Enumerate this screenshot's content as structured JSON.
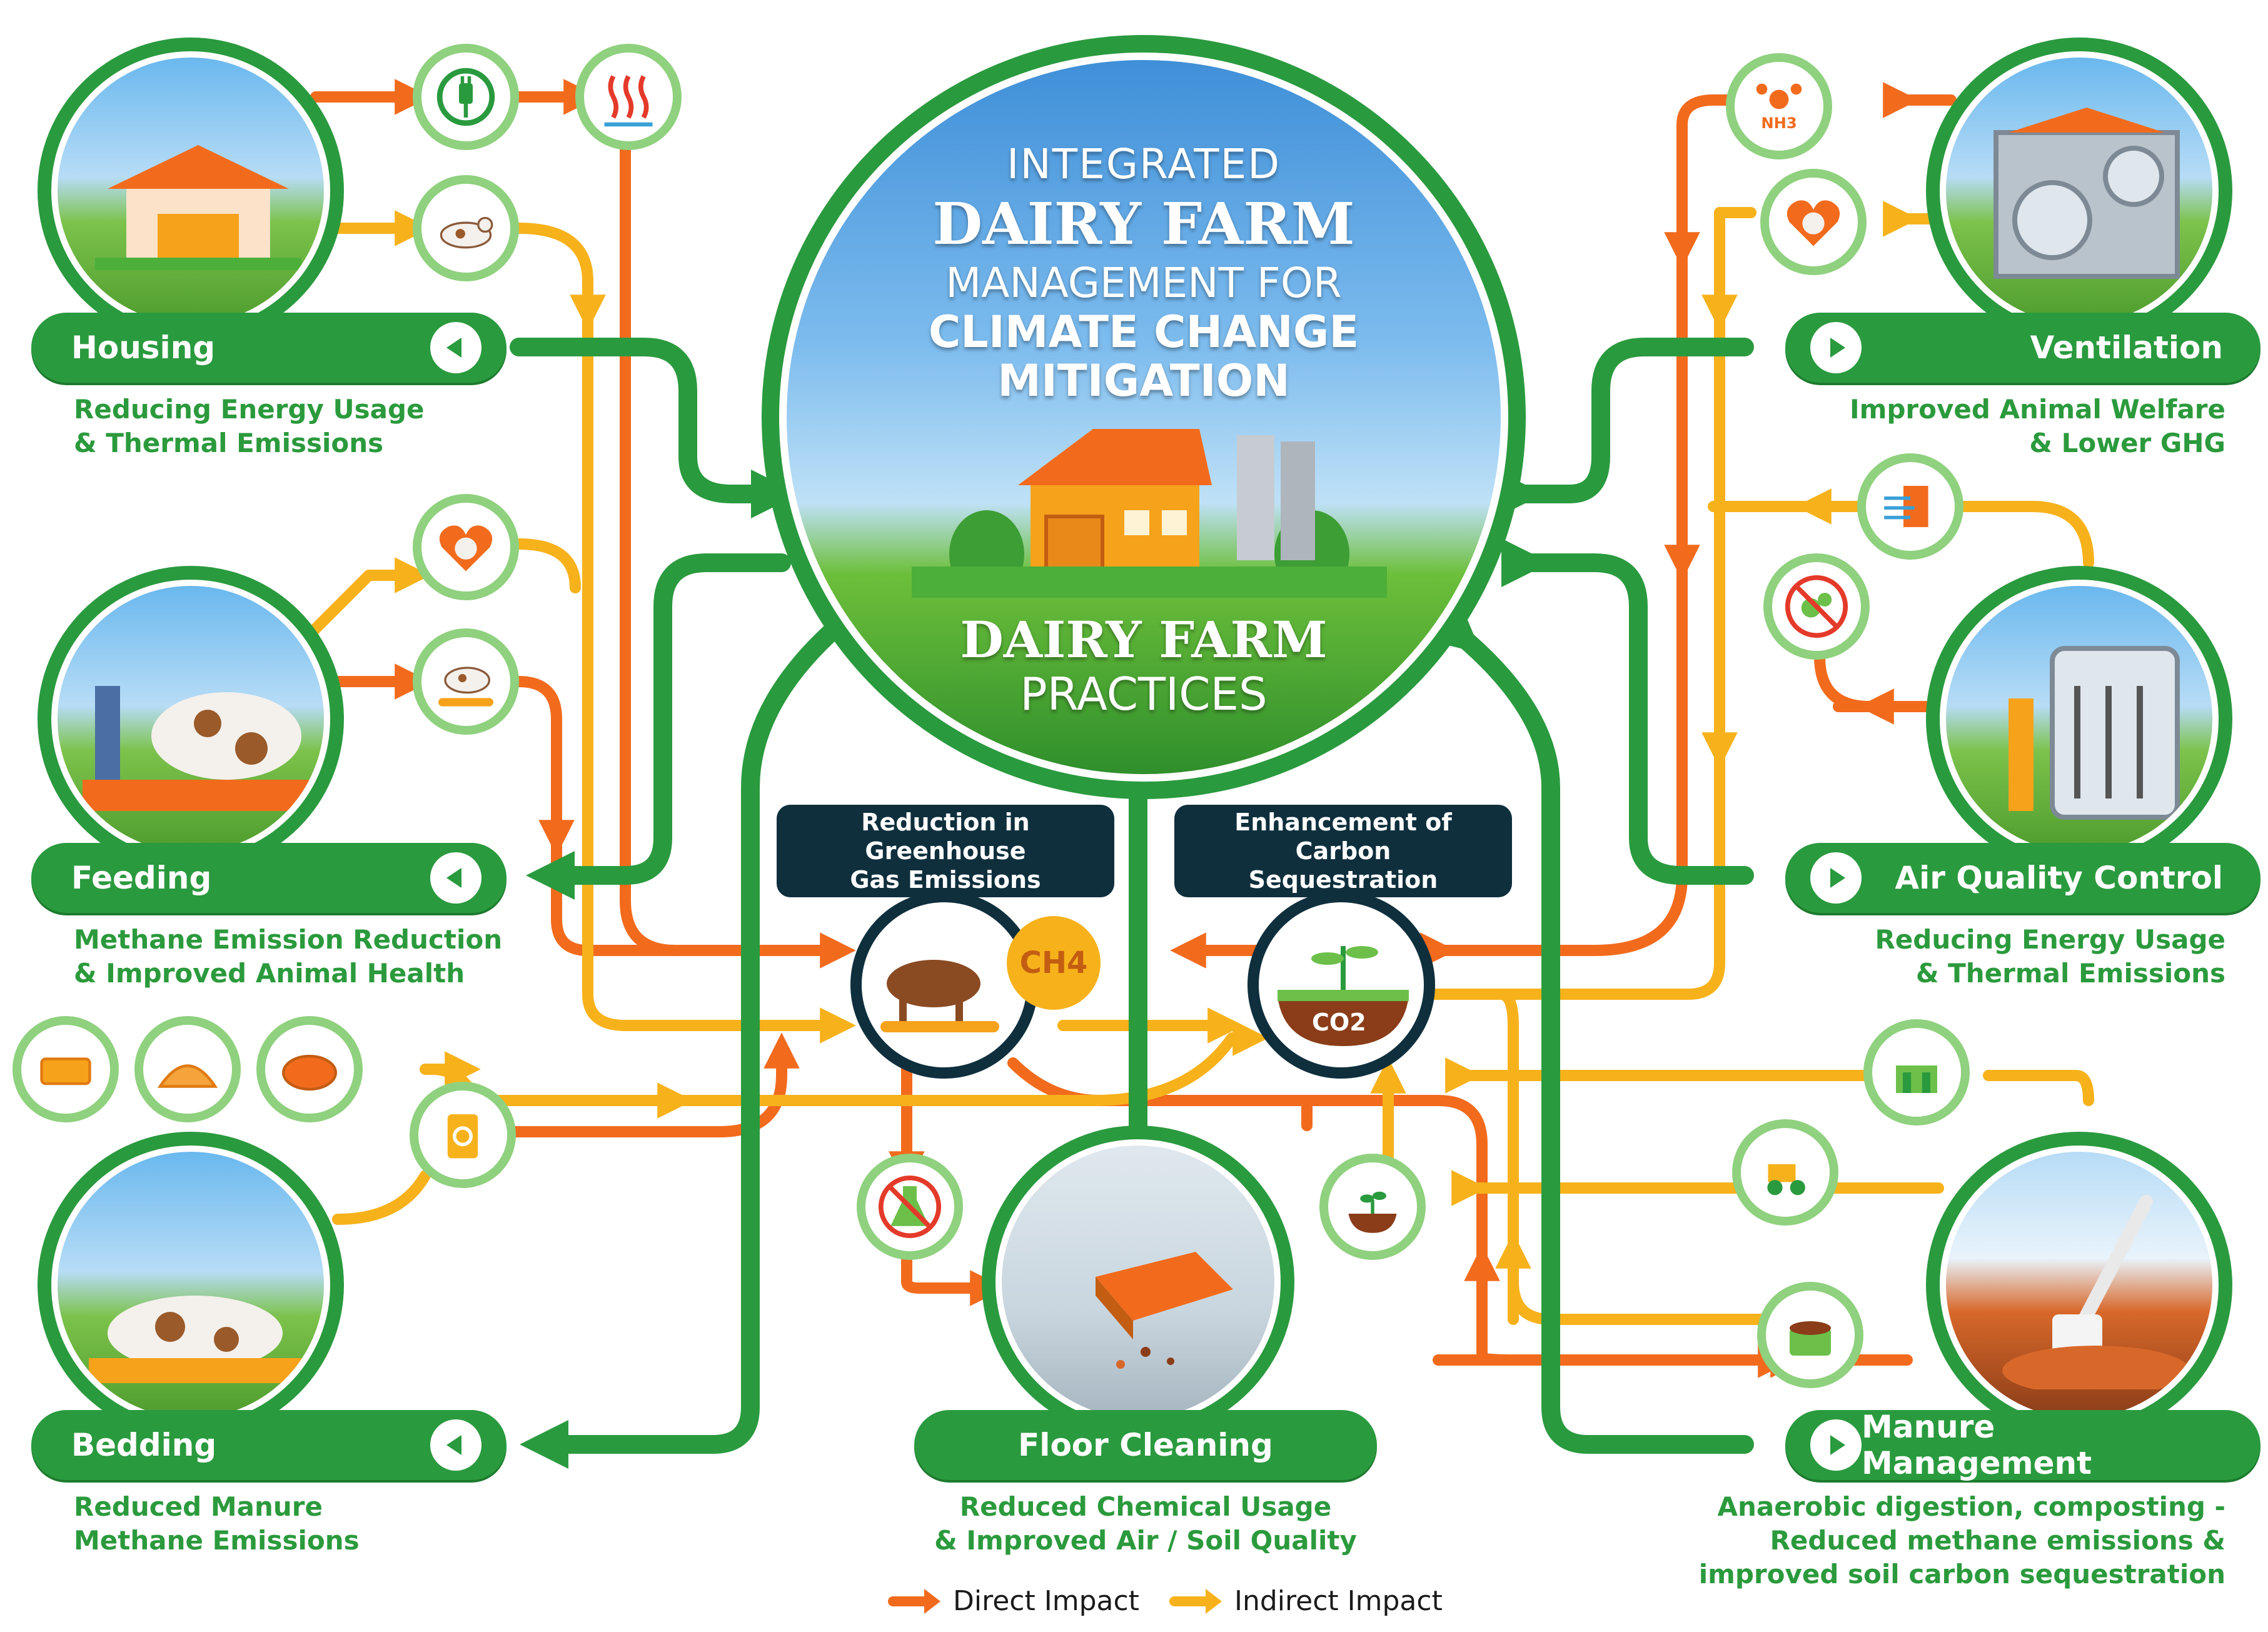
{
  "center": {
    "title_line1": "INTEGRATED",
    "title_line2": "DAIRY FARM",
    "title_line3": "MANAGEMENT FOR",
    "title_line4": "CLIMATE CHANGE",
    "title_line5": "MITIGATION",
    "subtitle_line1": "DAIRY FARM",
    "subtitle_line2": "PRACTICES"
  },
  "practices": {
    "housing": {
      "label": "Housing",
      "desc1": "Reducing Energy Usage",
      "desc2": "& Thermal Emissions"
    },
    "feeding": {
      "label": "Feeding",
      "desc1": "Methane Emission Reduction",
      "desc2": "& Improved Animal Health"
    },
    "bedding": {
      "label": "Bedding",
      "desc1": "Reduced Manure",
      "desc2": "Methane Emissions"
    },
    "ventilation": {
      "label": "Ventilation",
      "desc1": "Improved Animal Welfare",
      "desc2": "& Lower GHG"
    },
    "air_quality": {
      "label": "Air Quality Control",
      "desc1": "Reducing Energy Usage",
      "desc2": "& Thermal Emissions"
    },
    "manure": {
      "label": "Manure Management",
      "desc1": "Anaerobic digestion, composting -",
      "desc2": "Reduced methane emissions &",
      "desc3": "improved soil carbon sequestration"
    },
    "floor": {
      "label": "Floor Cleaning",
      "desc1": "Reduced Chemical Usage",
      "desc2": "& Improved Air / Soil Quality"
    }
  },
  "outcomes": {
    "ghg_title": "Reduction in Greenhouse Gas Emissions",
    "ghg_title_line1": "Reduction in Greenhouse",
    "ghg_title_line2": "Gas Emissions",
    "ghg_label": "CH4",
    "carbon_title_line1": "Enhancement of Carbon",
    "carbon_title_line2": "Sequestration",
    "carbon_label": "CO2"
  },
  "icons": {
    "nh3_label": "NH3"
  },
  "legend": {
    "direct": "Direct Impact",
    "indirect": "Indirect Impact"
  },
  "colors": {
    "green": "#2a9a3e",
    "light_green": "#8fd17e",
    "direct": "#f26b1d",
    "indirect": "#f7b21b",
    "dark": "#0f2f3d"
  }
}
